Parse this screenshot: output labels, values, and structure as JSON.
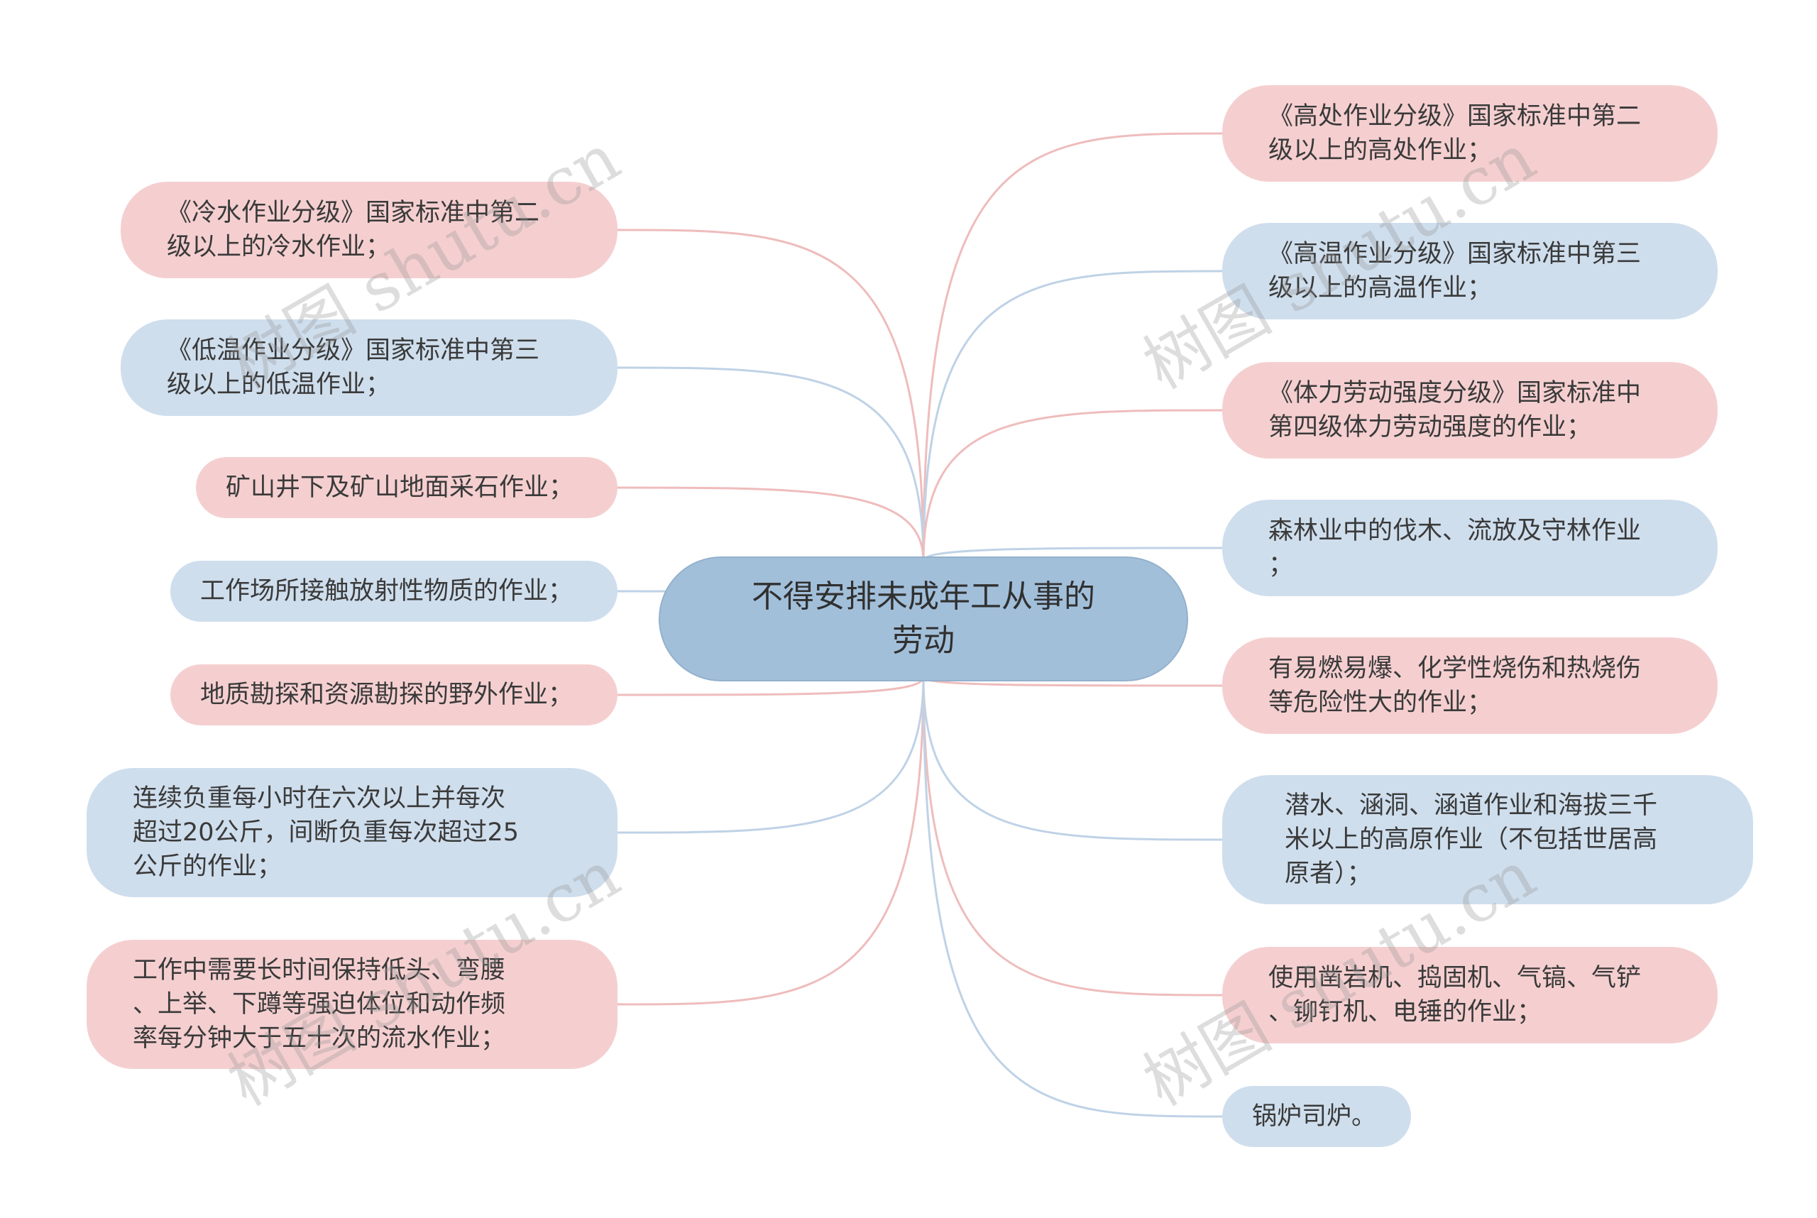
{
  "center": {
    "line1": "不得安排未成年工从事的",
    "line2": "劳动"
  },
  "left_nodes": [
    {
      "lines": [
        "《冷水作业分级》国家标准中第二",
        "级以上的冷水作业；"
      ],
      "color": "pink"
    },
    {
      "lines": [
        "《低温作业分级》国家标准中第三",
        "级以上的低温作业；"
      ],
      "color": "blue"
    },
    {
      "lines": [
        "矿山井下及矿山地面采石作业；"
      ],
      "color": "pink"
    },
    {
      "lines": [
        "工作场所接触放射性物质的作业；"
      ],
      "color": "blue"
    },
    {
      "lines": [
        "地质勘探和资源勘探的野外作业；"
      ],
      "color": "pink"
    },
    {
      "lines": [
        "连续负重每小时在六次以上并每次",
        "超过20公斤，间断负重每次超过25",
        "公斤的作业；"
      ],
      "color": "blue"
    },
    {
      "lines": [
        "工作中需要长时间保持低头、弯腰",
        "、上举、下蹲等强迫体位和动作频",
        "率每分钟大于五十次的流水作业；"
      ],
      "color": "pink"
    }
  ],
  "right_nodes": [
    {
      "lines": [
        "《高处作业分级》国家标准中第二",
        "级以上的高处作业；"
      ],
      "color": "pink"
    },
    {
      "lines": [
        "《高温作业分级》国家标准中第三",
        "级以上的高温作业；"
      ],
      "color": "blue"
    },
    {
      "lines": [
        "《体力劳动强度分级》国家标准中",
        "第四级体力劳动强度的作业；"
      ],
      "color": "pink"
    },
    {
      "lines": [
        "森林业中的伐木、流放及守林作业",
        "；"
      ],
      "color": "blue"
    },
    {
      "lines": [
        "有易燃易爆、化学性烧伤和热烧伤",
        "等危险性大的作业；"
      ],
      "color": "pink"
    },
    {
      "lines": [
        "潜水、涵洞、涵道作业和海拔三千",
        "米以上的高原作业（不包括世居高",
        "原者）；"
      ],
      "color": "blue"
    },
    {
      "lines": [
        "使用凿岩机、捣固机、气镐、气铲",
        "、铆钉机、电锤的作业；"
      ],
      "color": "pink"
    },
    {
      "lines": [
        "锅炉司炉。"
      ],
      "color": "blue"
    }
  ],
  "watermark": {
    "text": "树图 shutu.cn"
  },
  "colors": {
    "pink_fill": "#f5cfd0",
    "blue_fill": "#cfdeed",
    "center_fill": "#a2bfda",
    "pink_line": "#efbcbc",
    "blue_line": "#bfd2e6"
  }
}
